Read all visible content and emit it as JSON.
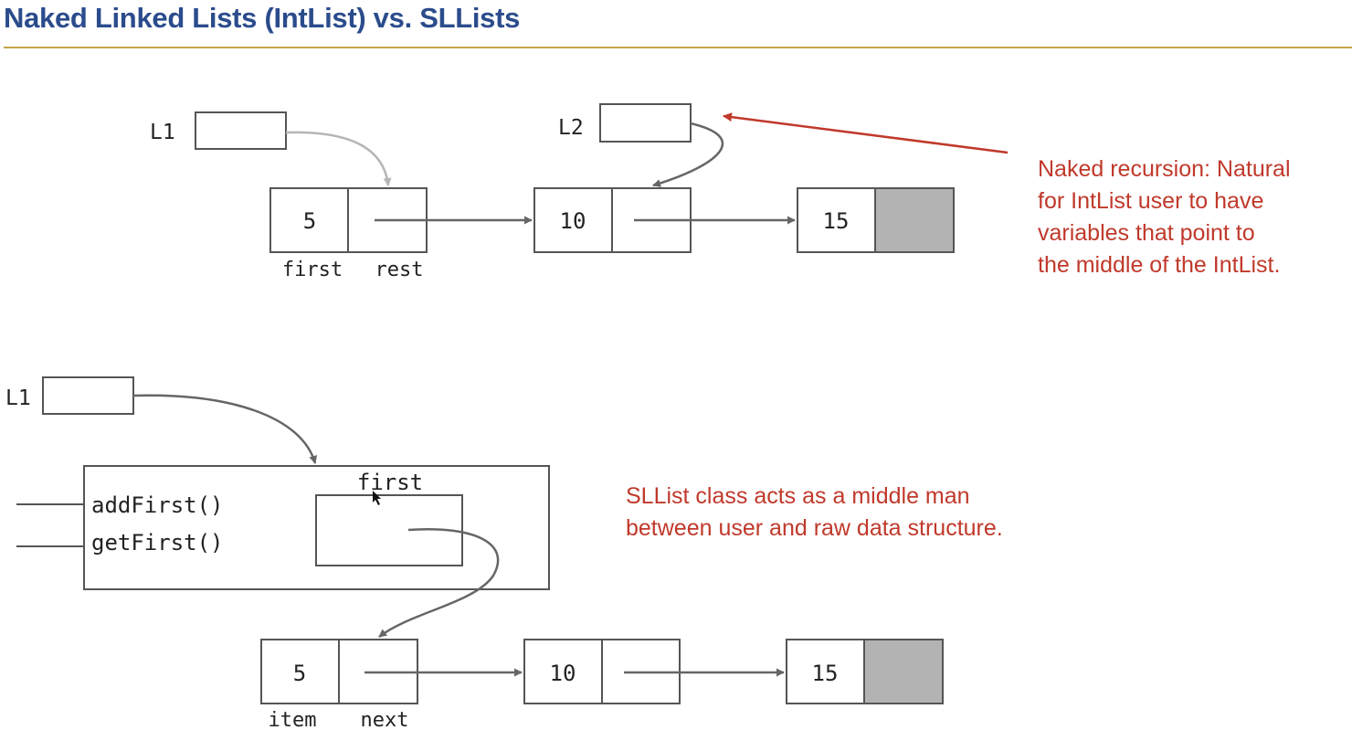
{
  "title": "Naked Linked Lists (IntList) vs. SLLists",
  "colors": {
    "title": "#2b4c8c",
    "rule": "#c7a54a",
    "annotation": "#c0392b",
    "box_border": "#555555",
    "arrow": "#666666",
    "null_fill": "#b3b3b3"
  },
  "top_diagram": {
    "pointer_labels": [
      "L1",
      "L2"
    ],
    "nodes": [
      {
        "value": "5"
      },
      {
        "value": "10"
      },
      {
        "value": "15"
      }
    ],
    "field_labels": [
      "first",
      "rest"
    ]
  },
  "top_annotation": [
    "Naked recursion: Natural",
    "for IntList user to have",
    "variables that point to",
    "the middle of the IntList."
  ],
  "bottom_diagram": {
    "pointer_label": "L1",
    "sllist_field": "first",
    "methods": [
      "addFirst()",
      "getFirst()"
    ],
    "nodes": [
      {
        "value": "5"
      },
      {
        "value": "10"
      },
      {
        "value": "15"
      }
    ],
    "field_labels": [
      "item",
      "next"
    ]
  },
  "bottom_annotation": [
    "SLList class acts as a middle man",
    "between user and raw data structure."
  ]
}
